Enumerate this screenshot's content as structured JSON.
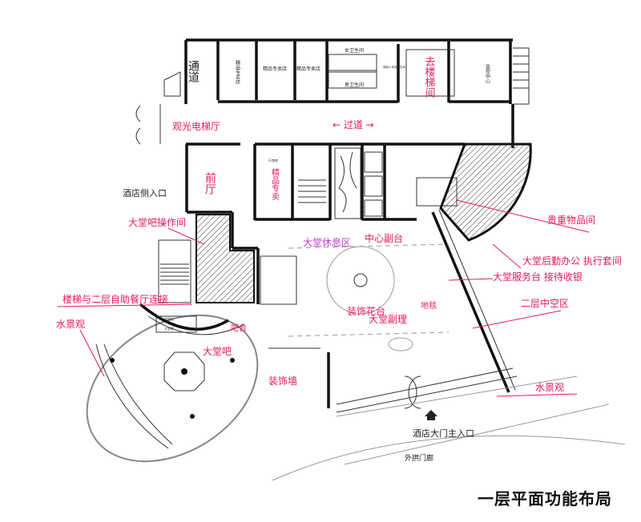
{
  "title": "一层平面功能布局",
  "colors": {
    "annotation": "#e8195a",
    "annotation_alt": "#c23ad0",
    "walls": "#111111"
  },
  "printed_labels": {
    "shop1": "精品专卖店",
    "shop2": "精品专卖店",
    "shop3": "精品专卖店",
    "female_wc": "女卫生间",
    "male_wc": "男卫生间",
    "accessible_wc": "残疾人专用卫生间",
    "monitor": "监控中心",
    "luggage": "行李房",
    "lobby_bar_small": "大堂吧",
    "bar_counter_small": "收银台",
    "outer_arcade": "外拱门廊"
  },
  "handwritten_labels": {
    "passage": "通道",
    "to_stairs": "去楼梯间",
    "sightseeing_elevator": "观光电梯厅",
    "corridor": "← 过道 →",
    "front_hall": "前厅",
    "side_entrance": "酒店侧入口",
    "bar_kitchen": "大堂吧操作间",
    "boutique": "精品专卖",
    "lobby_lounge": "大堂休息区",
    "center_desk": "中心副台",
    "valuables": "贵重物品间",
    "back_office": "大堂后勤办公 执行套间",
    "front_desk": "大堂服务台 接待收银",
    "atrium": "二层中空区",
    "carpet": "地毯",
    "flower_stand": "装饰花台",
    "assistant_manager": "大堂副理",
    "stairs_link": "楼梯与二层自助餐厅连接",
    "water_left": "水景观",
    "bar_counter": "吧台",
    "lobby_bar": "大堂吧",
    "deco_wall": "装饰墙",
    "water_right": "水景观",
    "main_entrance": "酒店大门主入口"
  }
}
